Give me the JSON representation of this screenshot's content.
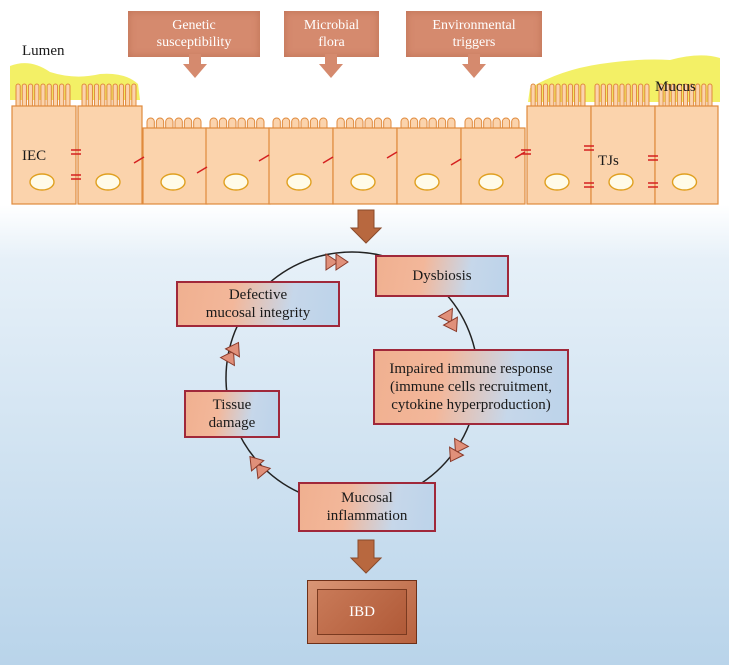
{
  "triggers": [
    {
      "label": "Genetic\nsusceptibility"
    },
    {
      "label": "Microbial\nflora"
    },
    {
      "label": "Environmental\ntriggers"
    }
  ],
  "epithelium": {
    "lumen_label": "Lumen",
    "mucus_label": "Mucus",
    "iec_label": "IEC",
    "tj_label": "TJs"
  },
  "cycle": {
    "dysbiosis": "Dysbiosis",
    "impaired": "Impaired immune response\n(immune cells recruitment,\ncytokine hyperproduction)",
    "inflammation": "Mucosal\ninflammation",
    "tissue_damage": "Tissue\ndamage",
    "defective": "Defective\nmucosal integrity"
  },
  "outcome": {
    "label": "IBD"
  },
  "colors": {
    "cell_fill": "#fbd3ac",
    "cell_stroke": "#e08a3c",
    "mucus": "#f2ee55",
    "box_border": "#a0283a",
    "arrow": "#c9704d"
  }
}
